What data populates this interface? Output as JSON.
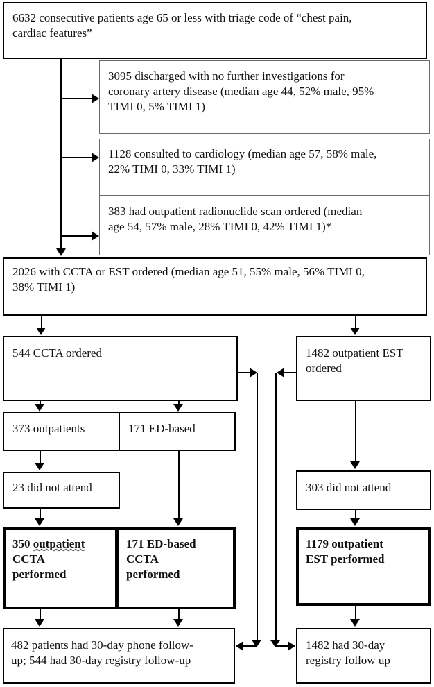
{
  "figure": {
    "type": "patient-flow-diagram",
    "style": {
      "line_color": "#000000",
      "box_background": "#ffffff",
      "main_border_color": "#000000",
      "branch_border_color": "#6a6a6a",
      "text_color": "#111111"
    },
    "nodes": {
      "enrolled": {
        "text": "6632 consecutive patients age 65 or less with triage code of “chest pain,\ncardiac features”"
      },
      "discharged": {
        "text": "3095 discharged with no further investigations for\ncoronary artery disease (median age 44, 52% male, 95%\nTIMI 0, 5% TIMI 1)"
      },
      "cardiology": {
        "text": "1128 consulted to cardiology (median age 57, 58% male,\n22% TIMI 0, 33% TIMI 1)"
      },
      "radionuclide": {
        "text": "383 had outpatient radionuclide scan ordered (median\nage 54, 57% male, 28% TIMI 0, 42% TIMI 1)*"
      },
      "ccta_or_est_ordered": {
        "text": "2026 with CCTA or EST ordered (median age 51, 55% male, 56% TIMI 0,\n38% TIMI 1)"
      },
      "ccta_ordered": {
        "text": "544 CCTA ordered"
      },
      "est_ordered": {
        "text": "1482 outpatient EST\nordered"
      },
      "ccta_outpatients": {
        "text": "373 outpatients"
      },
      "ccta_ed_based": {
        "text": "171 ED-based"
      },
      "ccta_did_not_attend": {
        "text": "23 did not attend"
      },
      "est_did_not_attend": {
        "text": "303 did not attend"
      },
      "outpatient_ccta_performed": {
        "prefix": "350 ",
        "misspelled_word": "outpatient",
        "suffix": "\nCCTA\nperformed"
      },
      "ed_ccta_performed": {
        "text": "171 ED-based\nCCTA\nperformed"
      },
      "est_performed": {
        "text": "1179 outpatient\nEST performed"
      },
      "ccta_followup": {
        "text": "482 patients had 30-day phone follow-\nup; 544 had 30-day registry follow-up"
      },
      "est_followup": {
        "text": "1482 had 30-day\nregistry follow up"
      }
    }
  }
}
